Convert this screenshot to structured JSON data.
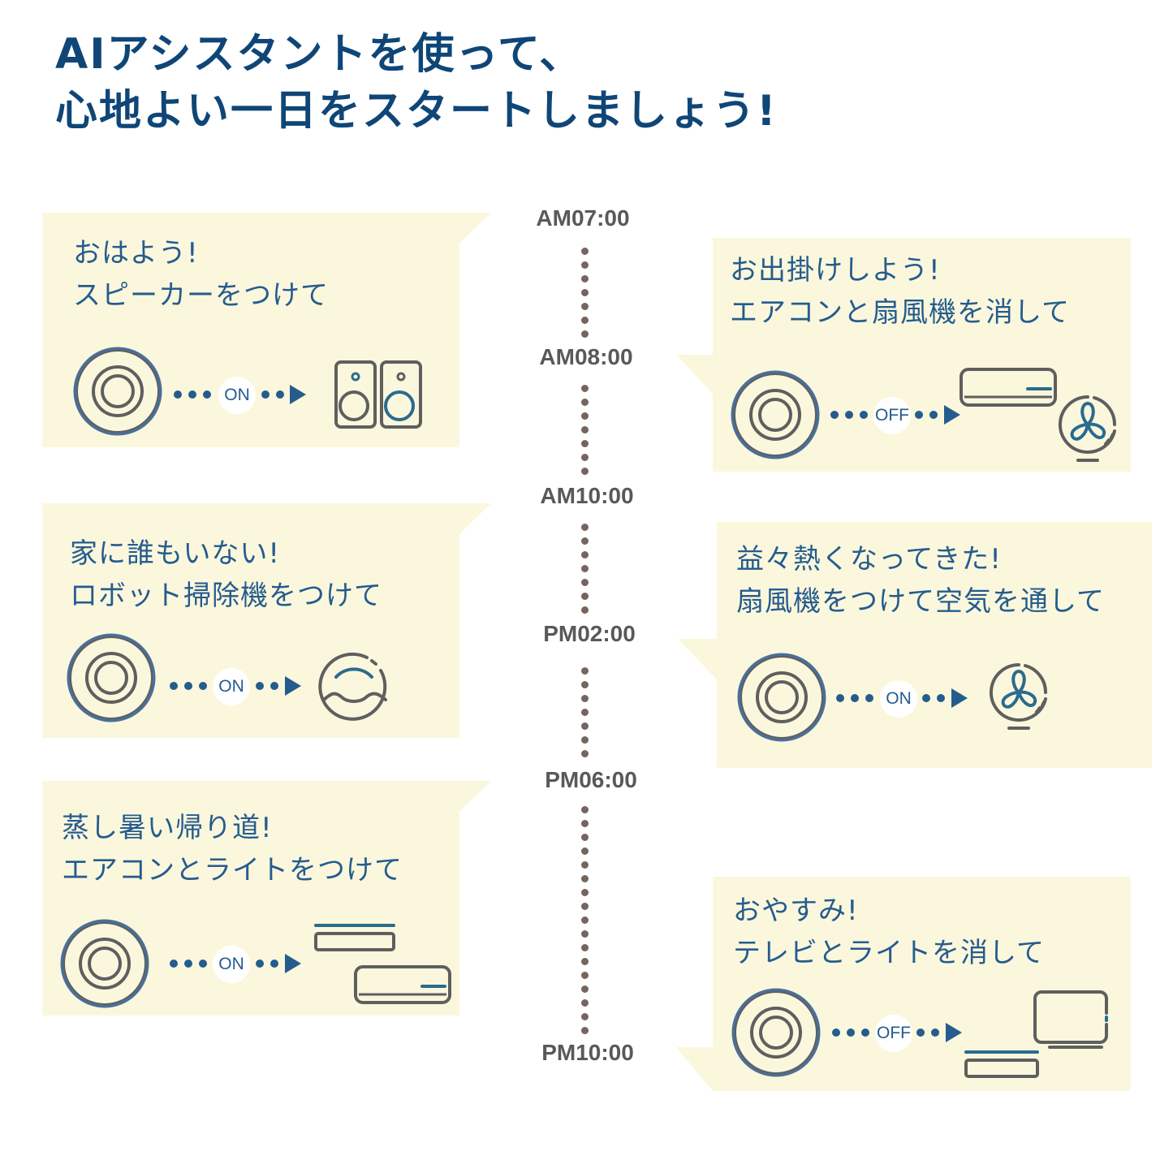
{
  "title": {
    "line1": "AIアシスタントを使って、",
    "line2": "心地よい一日をスタートしましょう!"
  },
  "colors": {
    "title": "#0f4677",
    "text": "#255c8e",
    "card_bg": "#fbf7dd",
    "icon_gray": "#5f5f5f",
    "icon_blue": "#2a6b8e",
    "timeline_dot": "#75655f",
    "time_label": "#595959"
  },
  "timeline": [
    {
      "label": "AM07:00"
    },
    {
      "label": "AM08:00"
    },
    {
      "label": "AM10:00"
    },
    {
      "label": "PM02:00"
    },
    {
      "label": "PM06:00"
    },
    {
      "label": "PM10:00"
    }
  ],
  "cards": [
    {
      "side": "left",
      "line1": "おはよう!",
      "line2": "スピーカーをつけて",
      "action": "ON",
      "devices": [
        "speakers-icon"
      ]
    },
    {
      "side": "right",
      "line1": "お出掛けしよう!",
      "line2": "エアコンと扇風機を消して",
      "action": "OFF",
      "devices": [
        "air-conditioner-icon",
        "fan-icon"
      ]
    },
    {
      "side": "left",
      "line1": "家に誰もいない!",
      "line2": "ロボット掃除機をつけて",
      "action": "ON",
      "devices": [
        "robot-vacuum-icon"
      ]
    },
    {
      "side": "right",
      "line1": "益々熱くなってきた!",
      "line2": "扇風機をつけて空気を通して",
      "action": "ON",
      "devices": [
        "fan-icon"
      ]
    },
    {
      "side": "left",
      "line1": "蒸し暑い帰り道!",
      "line2": "エアコンとライトをつけて",
      "action": "ON",
      "devices": [
        "ceiling-light-icon",
        "air-conditioner-icon"
      ]
    },
    {
      "side": "right",
      "line1": "おやすみ!",
      "line2": "テレビとライトを消して",
      "action": "OFF",
      "devices": [
        "ceiling-light-icon",
        "tv-icon"
      ]
    }
  ]
}
